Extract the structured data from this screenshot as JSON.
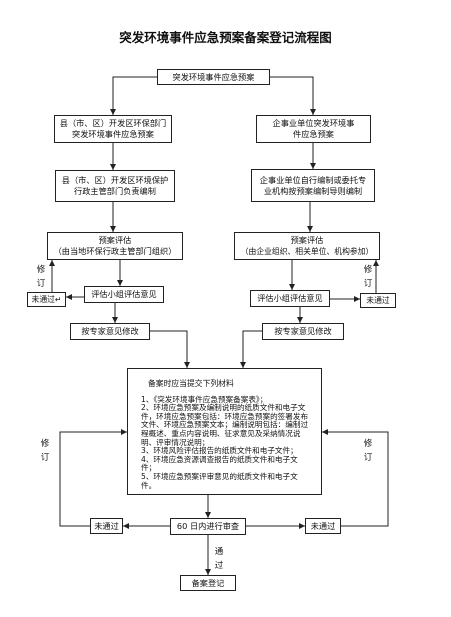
{
  "title": "突发环境事件应急预案备案登记流程图",
  "start": "突发环境事件应急预案",
  "government": {
    "plan": [
      "县（市、区）开发区环保部门",
      "突发环境事件应急预案"
    ],
    "compile": [
      "县（市、区）开发区环境保护",
      "行政主管部门负责编制"
    ],
    "assess": [
      "预案评估",
      "（由当地环保行政主管部门组织）"
    ],
    "opinion": "评估小组评估意见",
    "fail": "未通过↵",
    "revise": "修订",
    "modify": "按专家意见修改"
  },
  "enterprise": {
    "plan": [
      "企事业单位突发环境事",
      "件应急预案"
    ],
    "compile": [
      "企事业单位自行编制或委托专",
      "业机构按预案编制导则编制"
    ],
    "assess": [
      "预案评估",
      "（由企业组织、相关单位、机构参加）"
    ],
    "opinion": "评估小组评估意见",
    "fail": "未通过",
    "revise": "修订",
    "modify": "按专家意见修改"
  },
  "materials": {
    "heading": "备案时应当提交下列材料",
    "items": [
      "1、《突发环境事件应急预案备案表》；",
      "2、环境应急预案及编制说明的纸质文件和电子文件，环境应急预案包括：环境应急预案的签署发布文件、环境应急预案文本；编制说明包括：编制过程概述、重点内容说明、征求意见及采纳情况说明、评审情况说明；",
      "3、环境风险评估报告的纸质文件和电子文件；",
      "4、环境应急资源调查报告的纸质文件和电子文件；",
      "5、环境应急预案评审意见的纸质文件和电子文件。"
    ]
  },
  "review": {
    "label": "60 日内进行审查",
    "fail_left": "未通过",
    "fail_right": "未通过",
    "revise_left": "修订",
    "revise_right": "修订",
    "pass": "通过",
    "register": "备案登记"
  }
}
